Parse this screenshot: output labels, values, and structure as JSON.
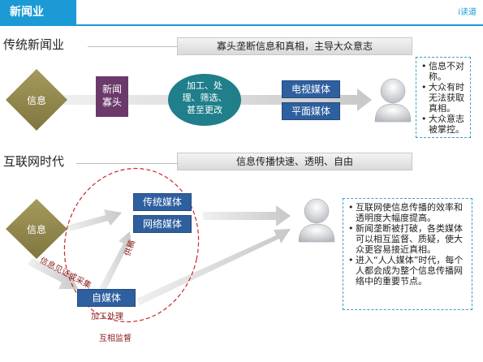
{
  "header": {
    "title": "新闻业",
    "brand": "i读道"
  },
  "traditional": {
    "section_title": "传统新闻业",
    "banner": "寡头垄断信息和真相，主导大众意志",
    "diamond": "信息",
    "oligarch_box": "新闻\n寡头",
    "process_ellipse": "加工、处\n理、筛选、\n甚至更改",
    "media_boxes": [
      "电视媒体",
      "平面媒体"
    ],
    "notes": [
      "信息不对称。",
      "大众有时无法获取真相。",
      "大众意志被掌控。"
    ]
  },
  "internet": {
    "section_title": "互联网时代",
    "banner": "信息传播快速、透明、自由",
    "diamond": "信息",
    "media_boxes": [
      "传统媒体",
      "网络媒体"
    ],
    "self_media": "自媒体",
    "label_collect": "信息见证或采集",
    "label_supply": "供稿",
    "label_process": "加工处理",
    "label_supervise": "互相监督",
    "notes": [
      "互联网使信息传播的效率和透明度大幅度提高。",
      "新闻垄断被打破，各类媒体可以相互监督、质疑，使大众更容易接近真相。",
      "进入“人人媒体”时代，每个人都会成为整个信息传播网络中的重要节点。"
    ]
  }
}
